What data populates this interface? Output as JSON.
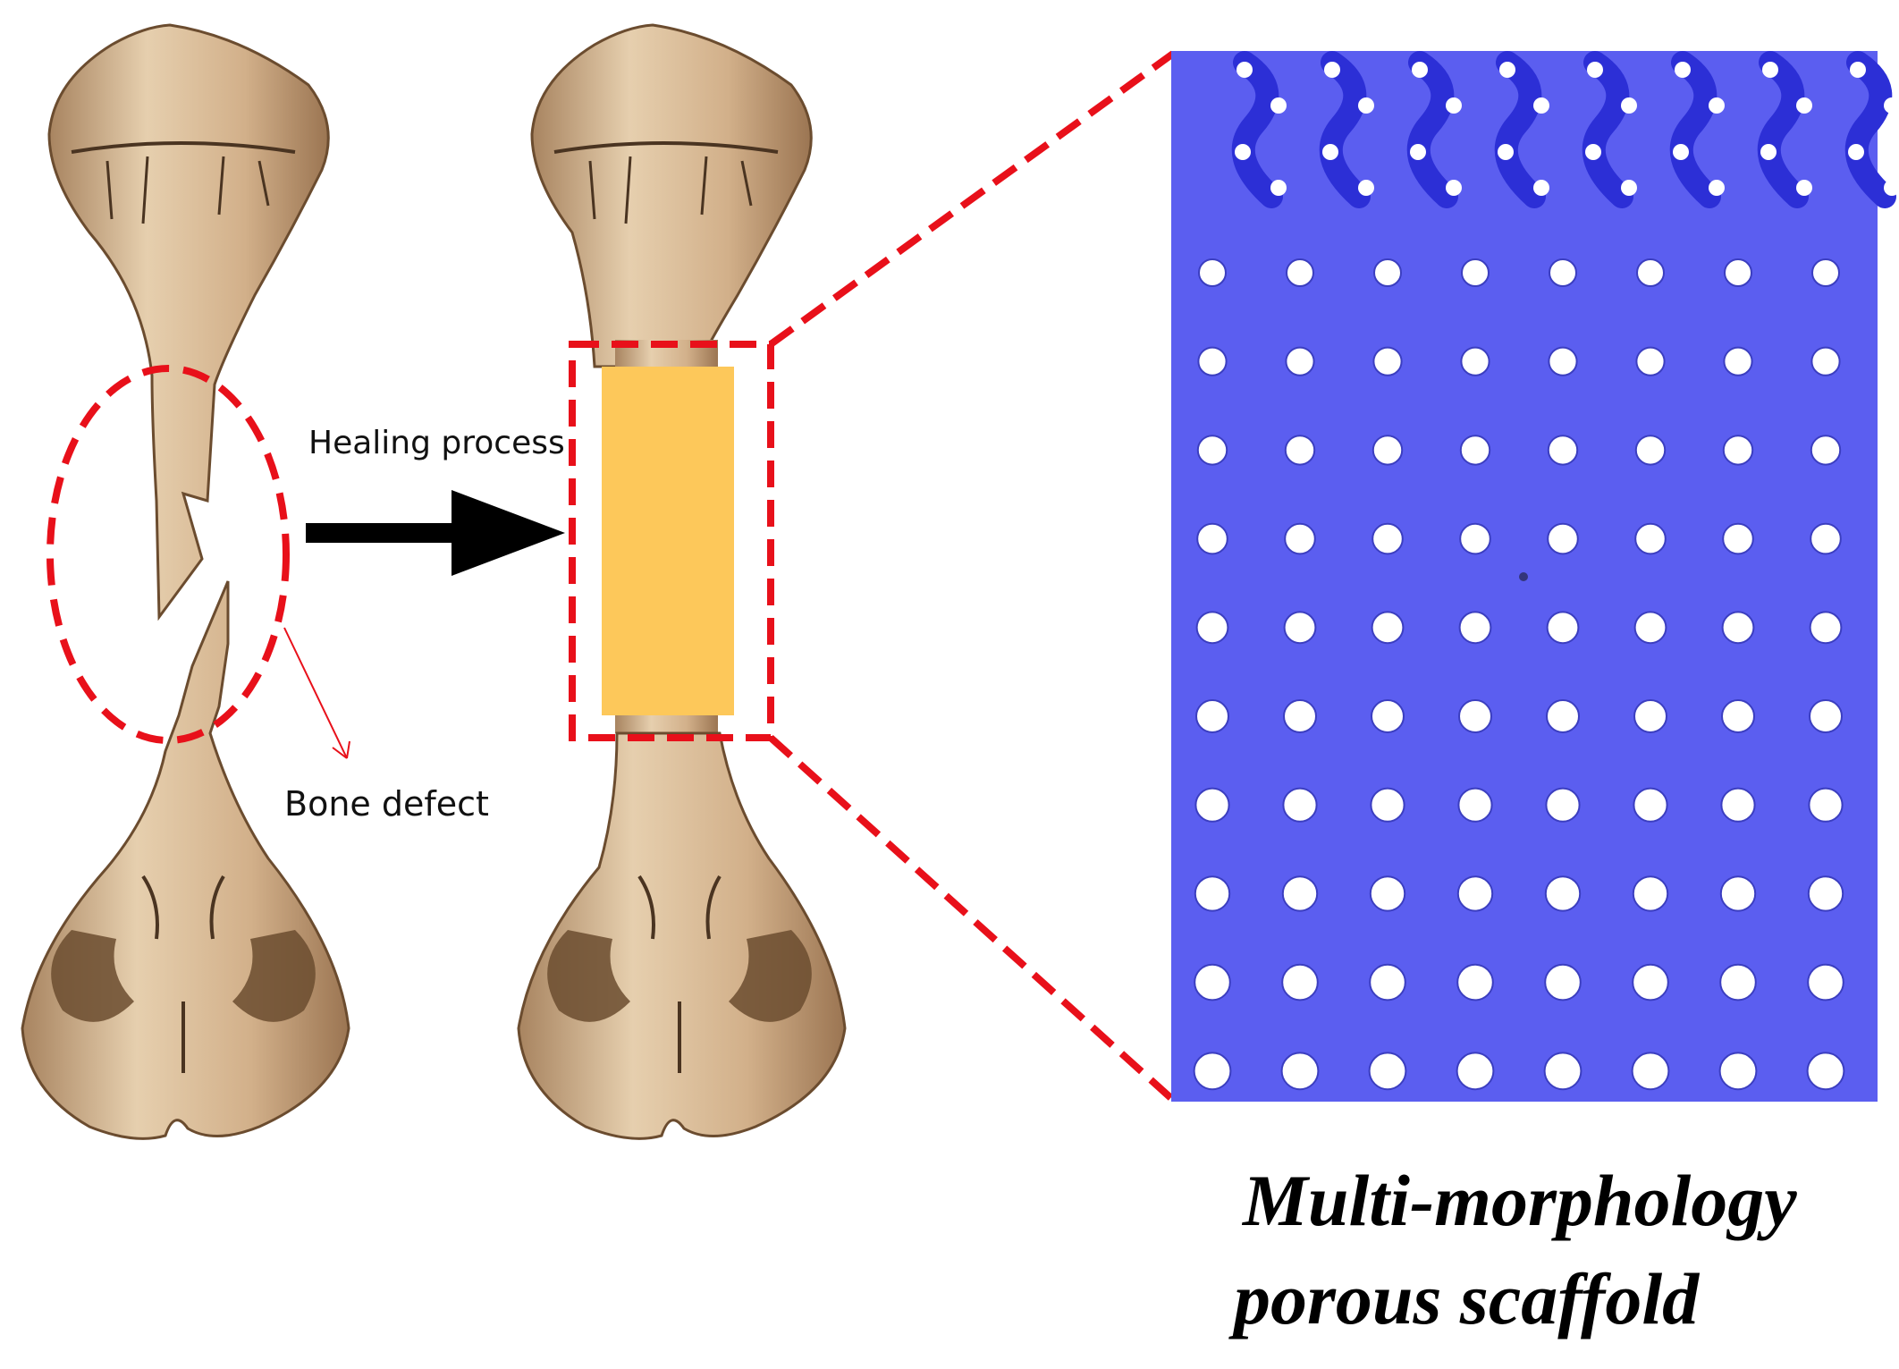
{
  "labels": {
    "healing_process": "Healing process",
    "bone_defect": "Bone defect",
    "scaffold_line1": "Multi-morphology",
    "scaffold_line2": "porous scaffold"
  },
  "colors": {
    "bone_light": "#e3c9a4",
    "bone_mid": "#c9a47a",
    "bone_dark": "#4a3421",
    "highlight": "#e8101a",
    "implant": "#fdc85a",
    "scaffold": "#5b5ef0",
    "scaffold_lattice": "#2c2fd6",
    "arrow": "#000000"
  },
  "icons": {
    "left_bone": "fractured-bone-icon",
    "right_bone": "healed-bone-icon",
    "arrow": "arrow-right-icon"
  },
  "scaffold": {
    "columns": 8,
    "lattice_rows": 1,
    "pore_rows": 10
  }
}
